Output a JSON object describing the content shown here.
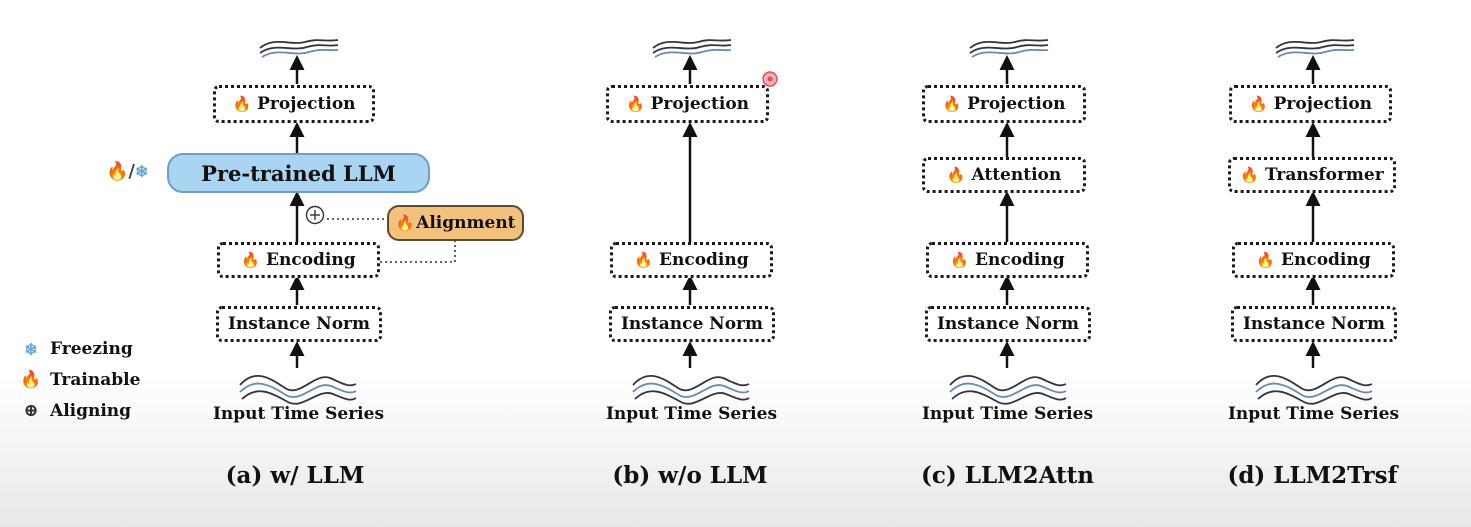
{
  "panels": [
    {
      "caption": "(a) w/ LLM",
      "input_label": "Input Time Series",
      "norm_label": "Instance Norm",
      "encoding_label": "Encoding",
      "middle_label": "Pre-trained LLM",
      "alignment_label": "Alignment",
      "projection_label": "Projection",
      "llm_state": "🔥/❄"
    },
    {
      "caption": "(b) w/o LLM",
      "input_label": "Input Time Series",
      "norm_label": "Instance Norm",
      "encoding_label": "Encoding",
      "projection_label": "Projection"
    },
    {
      "caption": "(c) LLM2Attn",
      "input_label": "Input Time Series",
      "norm_label": "Instance Norm",
      "encoding_label": "Encoding",
      "middle_label": "Attention",
      "projection_label": "Projection"
    },
    {
      "caption": "(d) LLM2Trsf",
      "input_label": "Input Time Series",
      "norm_label": "Instance Norm",
      "encoding_label": "Encoding",
      "middle_label": "Transformer",
      "projection_label": "Projection"
    }
  ],
  "legend": [
    {
      "icon": "snowflake-icon",
      "label": "Freezing"
    },
    {
      "icon": "fire-icon",
      "label": "Trainable"
    },
    {
      "icon": "oplus-icon",
      "label": "Aligning"
    }
  ],
  "icons": {
    "fire": "🔥",
    "snow": "❄",
    "oplus": "⊕"
  },
  "colors": {
    "llm_fill": "#a9d4f2",
    "alignment_fill": "#f2c27c",
    "snow": "#6aa7d8",
    "cursor": "#e0505a"
  }
}
